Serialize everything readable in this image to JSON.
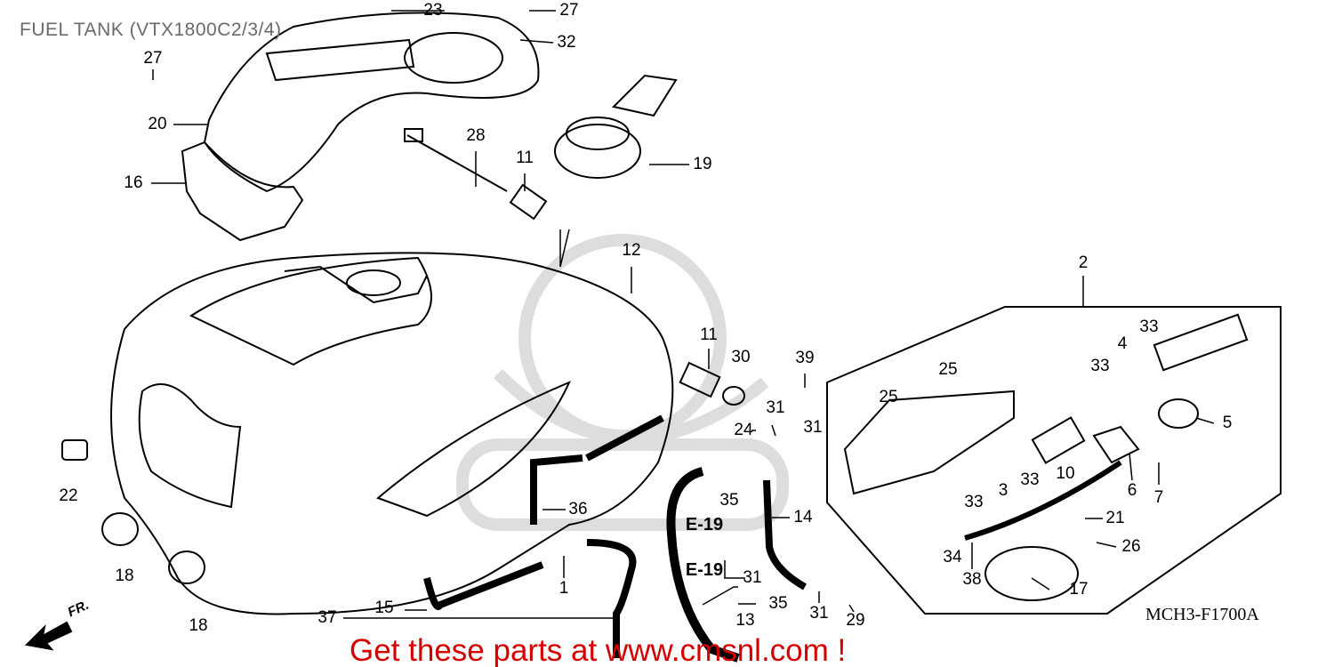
{
  "title": "FUEL TANK (VTX1800C2/3/4)",
  "diagram_code": "MCH3-F1700A",
  "front_marker": "FR.",
  "promo_text": "Get these parts at www.cmsnl.com !",
  "callouts": [
    "23",
    "27",
    "32",
    "27",
    "20",
    "28",
    "11",
    "19",
    "16",
    "12",
    "2",
    "11",
    "30",
    "39",
    "33",
    "4",
    "33",
    "25",
    "25",
    "5",
    "31",
    "31",
    "24",
    "22",
    "35",
    "10",
    "3",
    "33",
    "33",
    "6",
    "7",
    "14",
    "36",
    "E-19",
    "E-19",
    "21",
    "26",
    "34",
    "38",
    "17",
    "18",
    "18",
    "1",
    "31",
    "35",
    "15",
    "37",
    "31",
    "13",
    "29"
  ]
}
